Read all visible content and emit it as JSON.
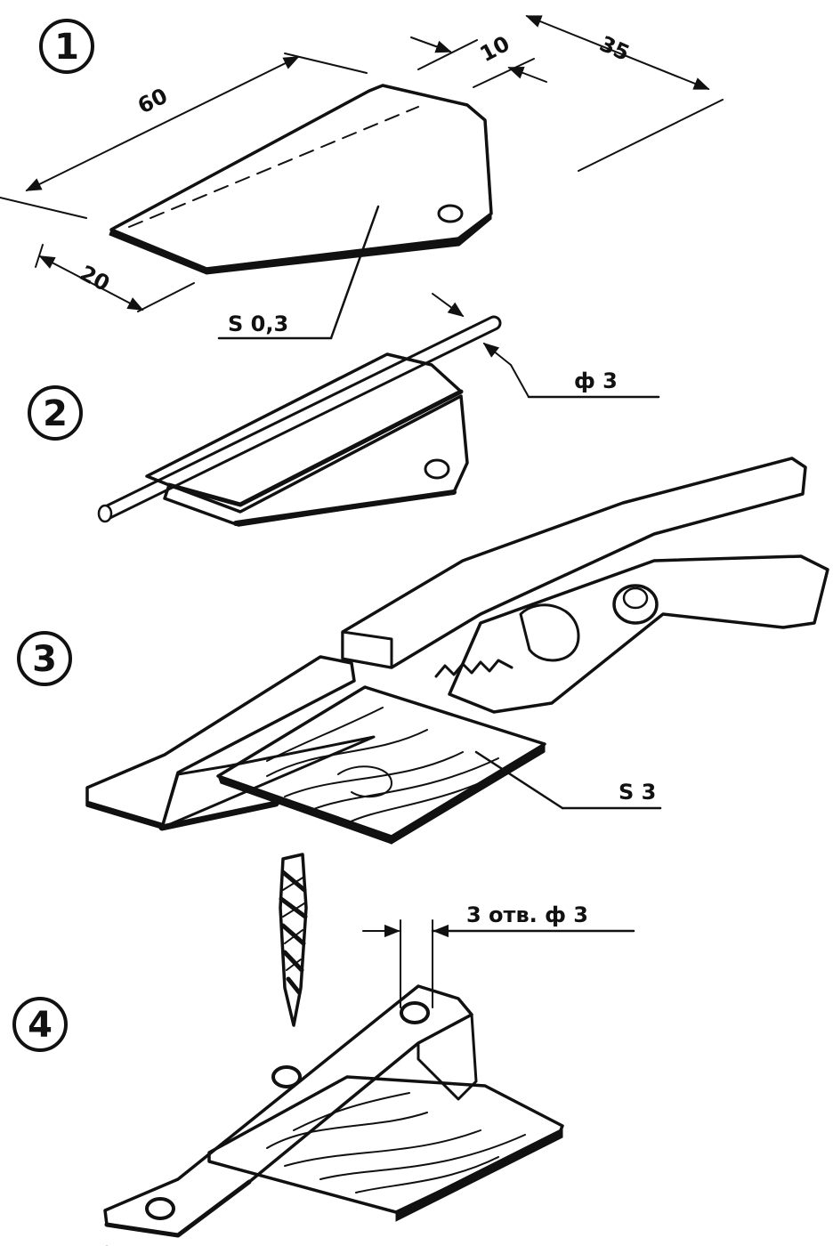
{
  "steps": [
    {
      "number": "1"
    },
    {
      "number": "2"
    },
    {
      "number": "3"
    },
    {
      "number": "4"
    }
  ],
  "dimensions": {
    "length": "60",
    "width": "20",
    "offset": "10",
    "tail": "35",
    "sheet_thickness": "S 0,3",
    "rod_diameter": "ф 3",
    "board_thickness": "S 3",
    "holes": "3 отв. ф 3"
  },
  "colors": {
    "ink": "#111111",
    "paper": "#ffffff"
  }
}
